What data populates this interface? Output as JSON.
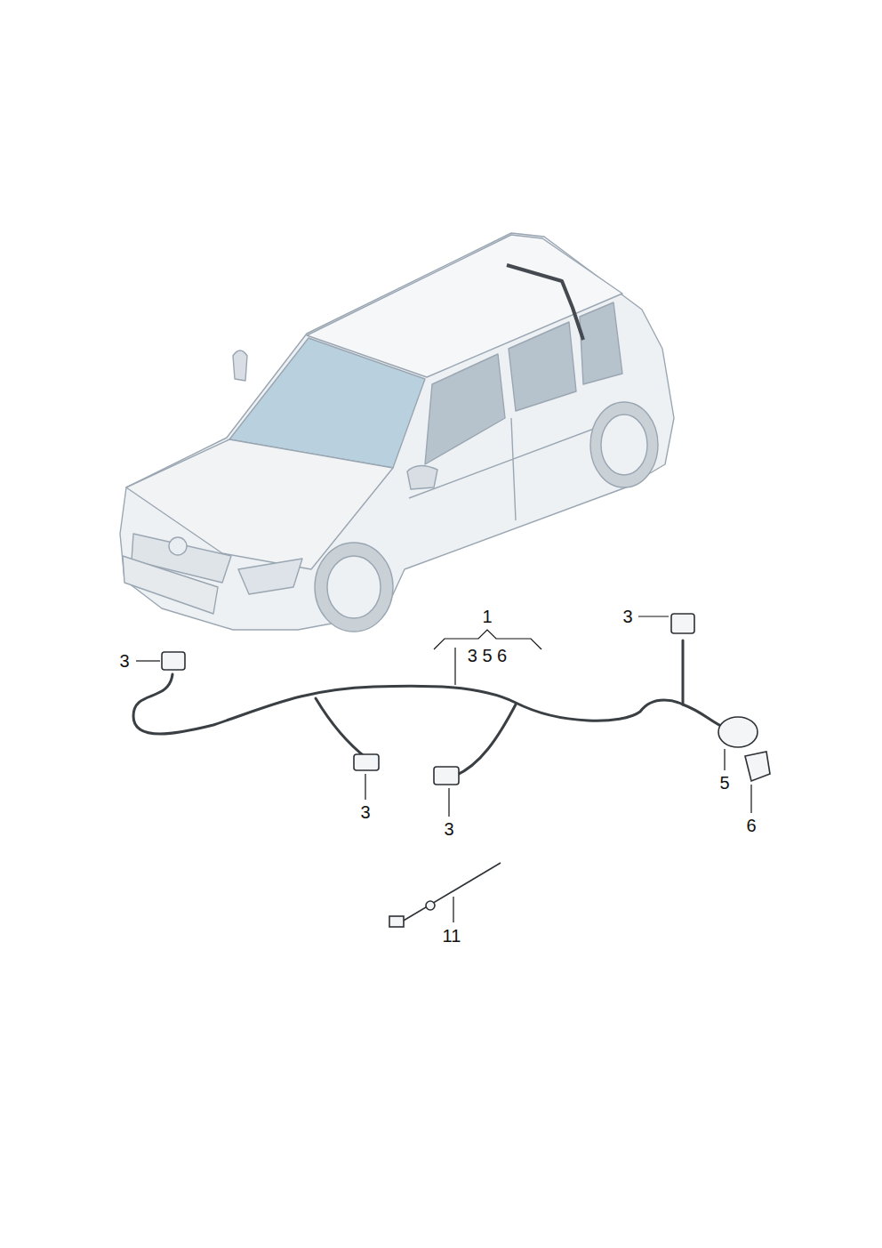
{
  "diagram": {
    "labels": [
      "3",
      "1",
      "3 5 6",
      "3",
      "5",
      "3",
      "3",
      "6",
      "11"
    ]
  }
}
